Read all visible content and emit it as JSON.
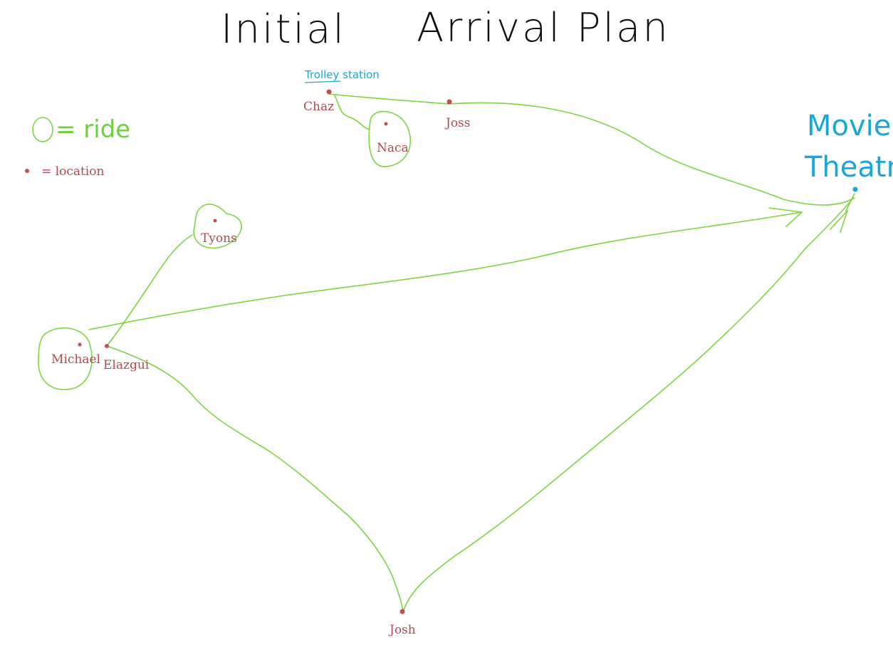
{
  "title": {
    "word1": "Initial",
    "word2": "Arrival Plan"
  },
  "legend": {
    "ride_label": "= ride",
    "location_label": "= location"
  },
  "landmarks": {
    "trolley_station": "Trolley station",
    "movie_line1": "Movie",
    "movie_line2": "Theatre"
  },
  "people": {
    "chaz": "Chaz",
    "joss": "Joss",
    "naca": "Naca",
    "tyons": "Tyons",
    "michael": "Michael",
    "elazgui": "Elazgui",
    "josh": "Josh"
  },
  "colors": {
    "route_green": "#7ed43f",
    "location_red": "#c0504d",
    "landmark_blue": "#1aa7d8"
  }
}
